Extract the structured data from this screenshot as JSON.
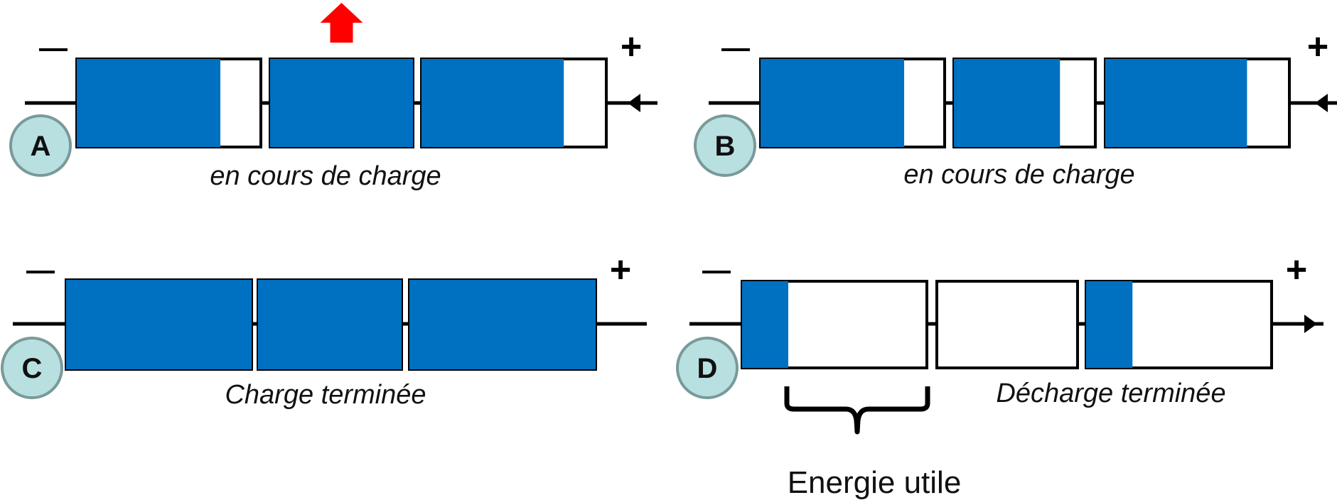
{
  "colors": {
    "fill": "#0070c0",
    "outline": "#000000",
    "badge_fill": "#b9e0e0",
    "badge_stroke": "#7a9a9a",
    "arrow_up": "#ff0000"
  },
  "panels": [
    {
      "id": "A",
      "badge": "A",
      "caption": "en cours de charge",
      "minus_sign": "—",
      "plus_sign": "+",
      "current_arrow": "left",
      "status_arrow": "up",
      "cells": [
        {
          "charge_fraction": 0.78,
          "fill_from": "left"
        },
        {
          "charge_fraction": 1.0,
          "fill_from": "left"
        },
        {
          "charge_fraction": 0.77,
          "fill_from": "left"
        }
      ]
    },
    {
      "id": "B",
      "badge": "B",
      "caption": "en cours de charge",
      "minus_sign": "—",
      "plus_sign": "+",
      "current_arrow": "left",
      "status_arrow": "none",
      "cells": [
        {
          "charge_fraction": 0.78,
          "fill_from": "left"
        },
        {
          "charge_fraction": 0.75,
          "fill_from": "left"
        },
        {
          "charge_fraction": 0.77,
          "fill_from": "left"
        }
      ]
    },
    {
      "id": "C",
      "badge": "C",
      "caption": "Charge terminée",
      "minus_sign": "—",
      "plus_sign": "+",
      "current_arrow": "none",
      "status_arrow": "none",
      "cells": [
        {
          "charge_fraction": 1.0,
          "fill_from": "left"
        },
        {
          "charge_fraction": 1.0,
          "fill_from": "left"
        },
        {
          "charge_fraction": 1.0,
          "fill_from": "left"
        }
      ]
    },
    {
      "id": "D",
      "badge": "D",
      "caption": "Décharge terminée",
      "minus_sign": "—",
      "plus_sign": "+",
      "current_arrow": "right",
      "status_arrow": "none",
      "cells": [
        {
          "charge_fraction": 0.25,
          "fill_from": "left"
        },
        {
          "charge_fraction": 0.0,
          "fill_from": "left"
        },
        {
          "charge_fraction": 0.25,
          "fill_from": "left"
        }
      ]
    }
  ],
  "energy_label": "Energie utile"
}
